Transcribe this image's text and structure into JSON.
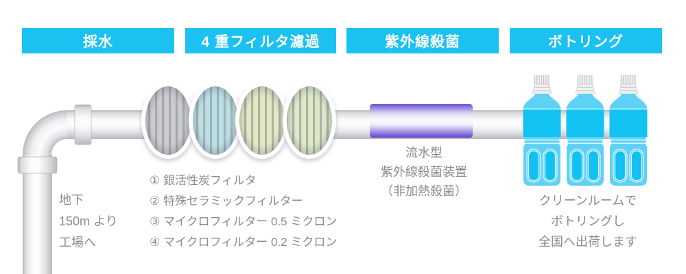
{
  "stages": [
    {
      "label": "採水",
      "caption_lines": [
        "地下",
        "150m より",
        "工場へ"
      ]
    },
    {
      "label": "4 重フィルタ濾過",
      "items": [
        "① 銀活性炭フィルタ",
        "② 特殊セラミックフィルター",
        "③ マイクロフィルター 0.5 ミクロン",
        "④ マイクロフィルター 0.2 ミクロン"
      ]
    },
    {
      "label": "紫外線殺菌",
      "caption_lines": [
        "流水型",
        "紫外線殺菌装置",
        "（非加熱殺菌）"
      ]
    },
    {
      "label": "ボトリング",
      "caption_lines": [
        "クリーンルームで",
        "ボトリングし",
        "全国へ出荷します"
      ]
    }
  ],
  "colors": {
    "stage_bar_cyan": "#1bc2f1",
    "caption_gray": "#8b8b8b",
    "pipe_highlight": "#fbfbfc",
    "pipe_edge": "#b7b8bc",
    "uv_purple": "#6a50ce",
    "bottle_body_blue": "#5ed1f6",
    "bottle_label_cyan": "#12c2f2",
    "filter_fills": [
      "#cbccce",
      "#bedfe1",
      "#e4e8c3",
      "#dee8c6"
    ]
  },
  "graphics": {
    "pipe": "water-pipe",
    "filter_discs": "striped-filter-disc-x4",
    "uv_unit": "uv-lamp-cylinder",
    "bottles": "water-bottle-x3"
  }
}
